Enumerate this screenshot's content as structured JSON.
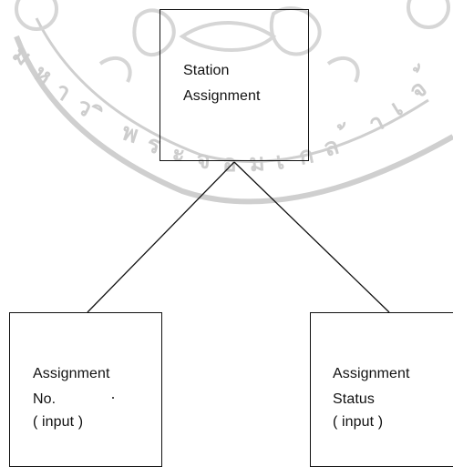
{
  "diagram": {
    "root": {
      "label_line1": "Station",
      "label_line2": "Assignment"
    },
    "children": [
      {
        "label_line1": "Assignment",
        "label_line2": "No.",
        "label_line3": "( input )"
      },
      {
        "label_line1": "Assignment",
        "label_line2": "Status",
        "label_line3": "( input )"
      }
    ]
  },
  "watermark": {
    "color": "#c9c9c9",
    "icon": "university-seal-watermark"
  },
  "colors": {
    "line": "#111111",
    "text": "#111111",
    "background": "#ffffff"
  }
}
